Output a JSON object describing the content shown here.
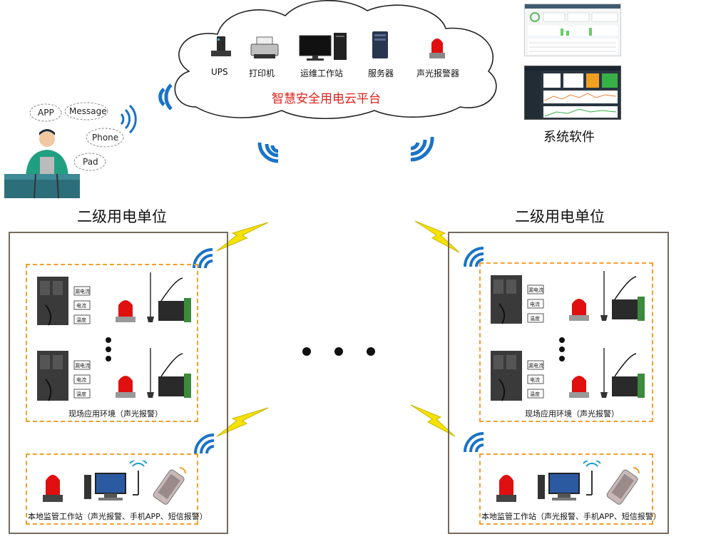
{
  "cloud": {
    "title": "智慧安全用电云平台",
    "devices": [
      {
        "label": "UPS",
        "icon": "ups-icon"
      },
      {
        "label": "打印机",
        "icon": "printer-icon"
      },
      {
        "label": "运维工作站",
        "icon": "workstation-icon"
      },
      {
        "label": "服务器",
        "icon": "server-icon"
      },
      {
        "label": "声光报警器",
        "icon": "alarm-light-icon"
      }
    ]
  },
  "software": {
    "label": "系统软件"
  },
  "user": {
    "bubbles": [
      "APP",
      "Message",
      "Phone",
      "Pad"
    ]
  },
  "units": [
    {
      "title": "二级用电单位",
      "field_caption": "现场应用环境（声光报警）",
      "sensor_tags": [
        "漏电流",
        "电流",
        "温度"
      ],
      "station_caption": "本地监管工作站（声光报警、手机APP、短信报警）"
    },
    {
      "title": "二级用电单位",
      "field_caption": "现场应用环境（声光报警）",
      "sensor_tags": [
        "漏电流",
        "电流",
        "温度"
      ],
      "station_caption": "本地监管工作站（声光报警、手机APP、短信报警）"
    }
  ],
  "colors": {
    "wifi": "#1a73c8",
    "lightning": "#f5e200",
    "dash": "#f0a030",
    "cloud_title": "#e0201c",
    "panel": "#3a3a3a",
    "alarm_red": "#e01010"
  }
}
